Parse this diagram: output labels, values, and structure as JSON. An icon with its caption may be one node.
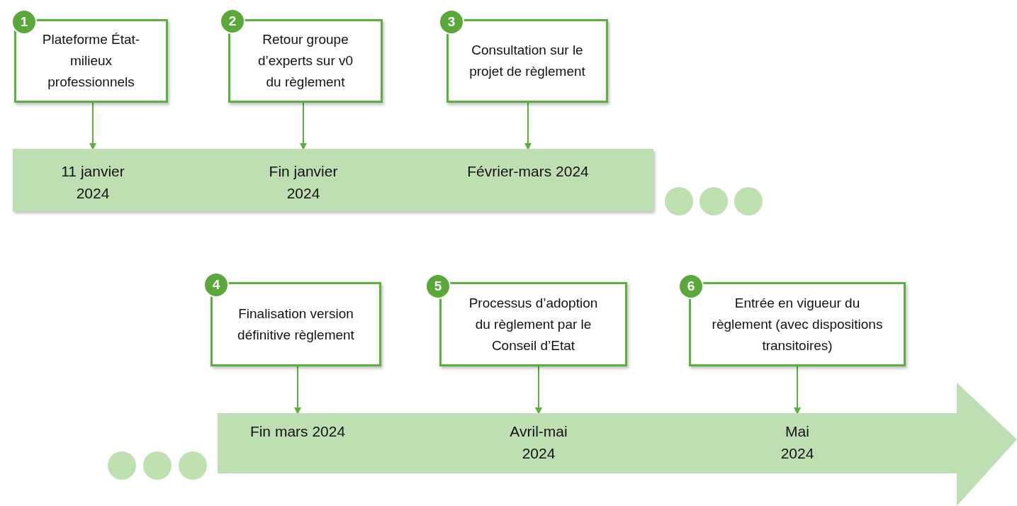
{
  "diagram": {
    "nodes": [
      {
        "text": [
          "1"
        ]
      },
      {
        "text": [
          "Plateforme État-milieux professionnels"
        ]
      },
      {
        "text": [
          "2"
        ]
      },
      {
        "text": [
          "Retour groupe d’experts sur v0 du règlement"
        ]
      },
      {
        "text": [
          "3"
        ]
      },
      {
        "text": [
          "Consultation sur le projet de règlement"
        ]
      },
      {
        "text": [],
        "shape": "bar"
      },
      {
        "text": [
          "11 janvier 2024"
        ],
        "in": 6
      },
      {
        "text": [
          "Fin janvier 2024"
        ],
        "in": 6
      },
      {
        "text": [
          "Février-mars 2024"
        ],
        "in": 6
      },
      {
        "text": [],
        "shape": "circle"
      },
      {
        "text": [],
        "shape": "circle"
      },
      {
        "text": [],
        "shape": "circle"
      },
      {
        "text": [
          "4"
        ]
      },
      {
        "text": [
          "Finalisation version définitive règlement"
        ]
      },
      {
        "text": [
          "5"
        ]
      },
      {
        "text": [
          "Processus d’adoption du règlement par le Conseil d’Etat"
        ]
      },
      {
        "text": [
          "6"
        ]
      },
      {
        "text": [
          "Entrée en vigueur du règlement (avec dispositions transitoires)"
        ]
      },
      {
        "text": [],
        "shape": "circle"
      },
      {
        "text": [],
        "shape": "circle"
      },
      {
        "text": [],
        "shape": "circle"
      },
      {
        "text": [],
        "shape": "arrow"
      },
      {
        "text": [
          "Fin mars 2024"
        ],
        "in": 22
      },
      {
        "text": [
          "Avril-mai 2024"
        ],
        "in": 22
      },
      {
        "text": [
          "Mai 2024"
        ],
        "in": 22
      }
    ],
    "edges": [
      {
        "from": 1,
        "to": 7,
        "arrow": "to"
      },
      {
        "from": 3,
        "to": 8,
        "arrow": "to"
      },
      {
        "from": 5,
        "to": 9,
        "arrow": "to"
      },
      {
        "from": 14,
        "to": 23,
        "arrow": "to"
      },
      {
        "from": 16,
        "to": 24,
        "arrow": "to"
      },
      {
        "from": 18,
        "to": 25,
        "arrow": "to"
      }
    ]
  }
}
